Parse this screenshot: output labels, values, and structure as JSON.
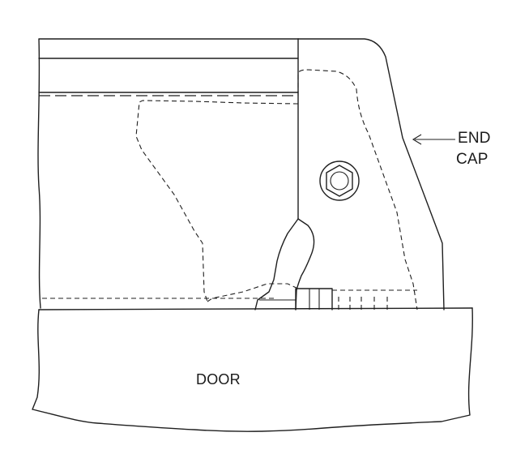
{
  "labels": {
    "end": "END",
    "cap": "CAP",
    "door": "DOOR"
  },
  "colors": {
    "line": "#1f1f1f",
    "background": "#ffffff"
  },
  "icons": {
    "bolt": "hex-bolt-icon",
    "arrow": "left-arrow-icon"
  }
}
